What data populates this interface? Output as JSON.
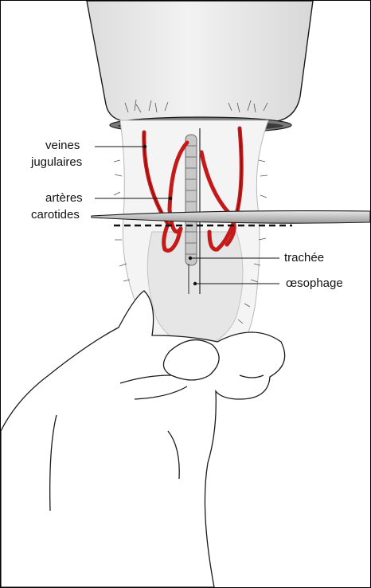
{
  "labels": {
    "veines_line1": "veines",
    "veines_line2": "jugulaires",
    "arteres_line1": "artères",
    "arteres_line2": "carotides",
    "trachee": "trachée",
    "oesophage": "œsophage"
  },
  "colors": {
    "vessels": "#c41a1a",
    "cone": "#ececec",
    "trachea": "#bdbdbd",
    "blade": "#cccccc",
    "outline": "#1a1a1a"
  },
  "icons": {
    "blade": "knife-blade",
    "cut_line": "dashed-cut-line",
    "hand": "hand-outline"
  }
}
